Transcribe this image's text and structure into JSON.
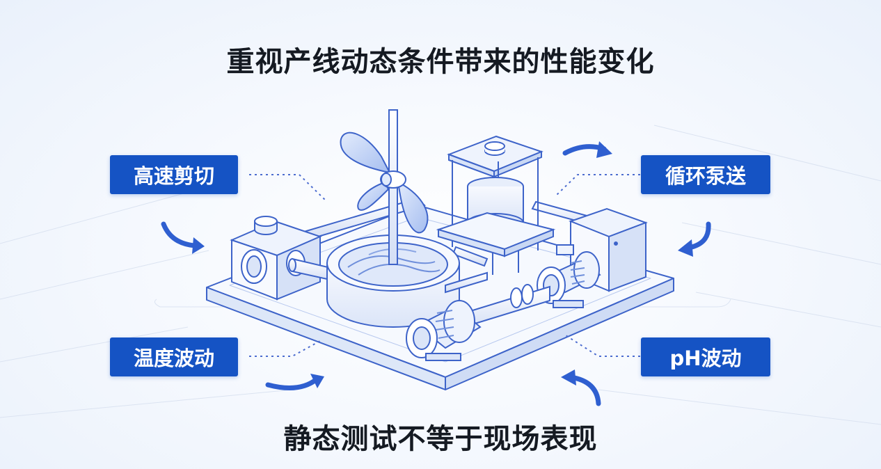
{
  "title": "重视产线动态条件带来的性能变化",
  "subtitle": "静态测试不等于现场表现",
  "labels": {
    "top_left": "高速剪切",
    "top_right": "循环泵送",
    "bottom_left": "温度波动",
    "bottom_right": "pH波动"
  },
  "colors": {
    "accent": "#1553c4",
    "line": "#3d63c9",
    "light_fill": "#e7eefb",
    "text": "#151a22"
  }
}
